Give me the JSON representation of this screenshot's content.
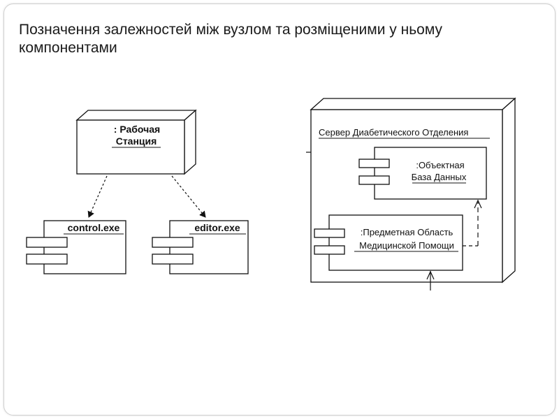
{
  "slide": {
    "title_line1": "Позначення залежностей між вузлом та розміщеними у ньому",
    "title_line2": "компонентами"
  },
  "diagram": {
    "left_node": {
      "line1": ": Рабочая",
      "line2": "Станция"
    },
    "left_components": [
      {
        "label": "control.exe"
      },
      {
        "label": "editor.exe"
      }
    ],
    "right_node": {
      "title": "Сервер Диабетического Отделения",
      "db_component": {
        "line1": ":Объектная",
        "line2": "База Данных"
      },
      "domain_component": {
        "line1": ":Предметная Область",
        "line2": "Медицинской Помощи"
      }
    }
  }
}
